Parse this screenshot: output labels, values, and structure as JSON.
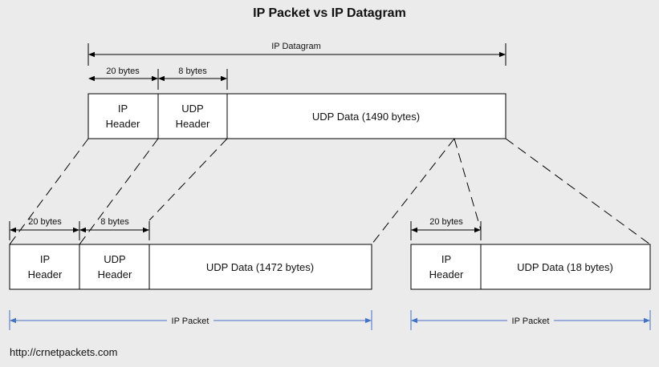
{
  "title": "IP Packet vs IP Datagram",
  "footer_url": "http://crnetpackets.com",
  "datagram": {
    "span_label": "IP Datagram",
    "ip_header_size": "20 bytes",
    "udp_header_size": "8 bytes",
    "ip_header_line1": "IP",
    "ip_header_line2": "Header",
    "udp_header_line1": "UDP",
    "udp_header_line2": "Header",
    "data_label": "UDP Data (1490 bytes)"
  },
  "packet1": {
    "ip_header_size": "20 bytes",
    "udp_header_size": "8 bytes",
    "ip_header_line1": "IP",
    "ip_header_line2": "Header",
    "udp_header_line1": "UDP",
    "udp_header_line2": "Header",
    "data_label": "UDP Data (1472 bytes)",
    "span_label": "IP Packet"
  },
  "packet2": {
    "ip_header_size": "20 bytes",
    "ip_header_line1": "IP",
    "ip_header_line2": "Header",
    "data_label": "UDP Data (18 bytes)",
    "span_label": "IP Packet"
  },
  "colors": {
    "background": "#ebebeb",
    "box_fill": "#ffffff",
    "stroke": "#000000",
    "packet_arrow": "#4472c4"
  }
}
